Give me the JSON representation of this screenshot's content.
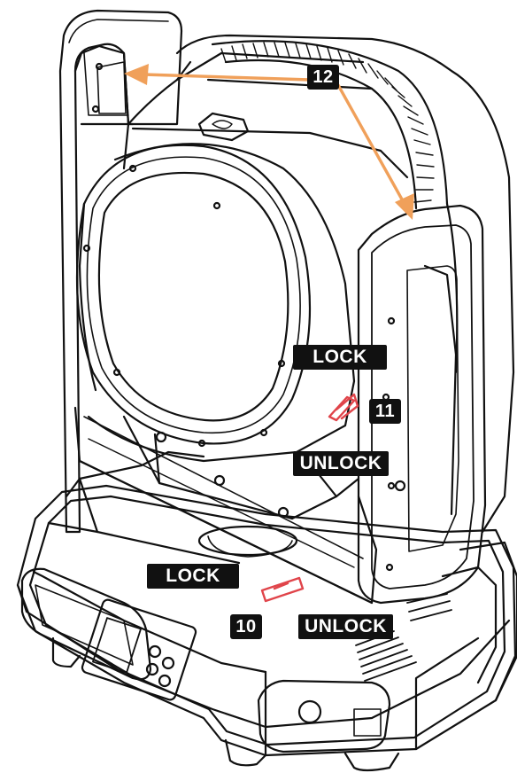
{
  "labels": {
    "lock_head": "LOCK",
    "unlock_head": "UNLOCK",
    "lock_base": "LOCK",
    "unlock_base": "UNLOCK",
    "callout_10": "10",
    "callout_11": "11",
    "callout_12": "12"
  },
  "colors": {
    "line": "#111111",
    "callout_arrow": "#F0A05A",
    "lock_lever": "#E0444A",
    "label_bg": "#111111",
    "label_text": "#ffffff"
  }
}
